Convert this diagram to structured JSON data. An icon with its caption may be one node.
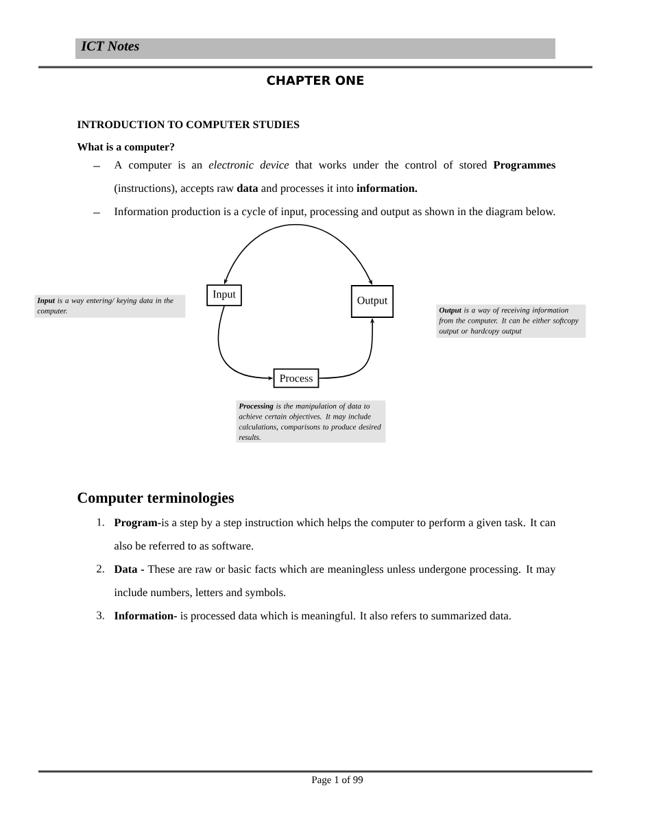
{
  "diagram": {
    "title": "CHAPTER ONE",
    "nodes": [
      {
        "text": [
          "Input"
        ]
      },
      {
        "text": [
          "Output"
        ]
      },
      {
        "text": [
          "Process"
        ]
      },
      {
        "text": [
          "**Input** is a way entering/ keying data in the computer."
        ]
      },
      {
        "text": [
          "**Output** is a way of receiving information from the computer. It can be either softcopy output or hardcopy output"
        ]
      },
      {
        "text": [
          "**Processing** is the manipulation of data to achieve certain objectives. It may include calculations, comparisons to produce desired results."
        ]
      }
    ],
    "edges": [
      {
        "from": 0,
        "to": 1,
        "arrow": "both"
      },
      {
        "from": 0,
        "to": 2,
        "arrow": "to"
      },
      {
        "from": 2,
        "to": 1,
        "arrow": "to"
      }
    ],
    "labels": [
      "ICT Notes",
      "INTRODUCTION TO COMPUTER STUDIES",
      "What is a computer?",
      "A computer is an *electronic device* that works under the control of stored **Programmes** (instructions), accepts raw **data** and processes it into **information.**",
      "Information production is a cycle of input, processing and output as shown in the diagram below.",
      "Computer terminologies",
      "1.",
      "**Program-**is a step by a step instruction which helps the computer to perform a given task. It can also be referred to as software.",
      "2.",
      "**Data -** These are raw or basic facts which are meaningless unless undergone processing. It may include numbers, letters and symbols.",
      "3.",
      "**Information-** is processed data which is meaningful. It also refers to summarized data.",
      "Page 1 of 99"
    ]
  }
}
